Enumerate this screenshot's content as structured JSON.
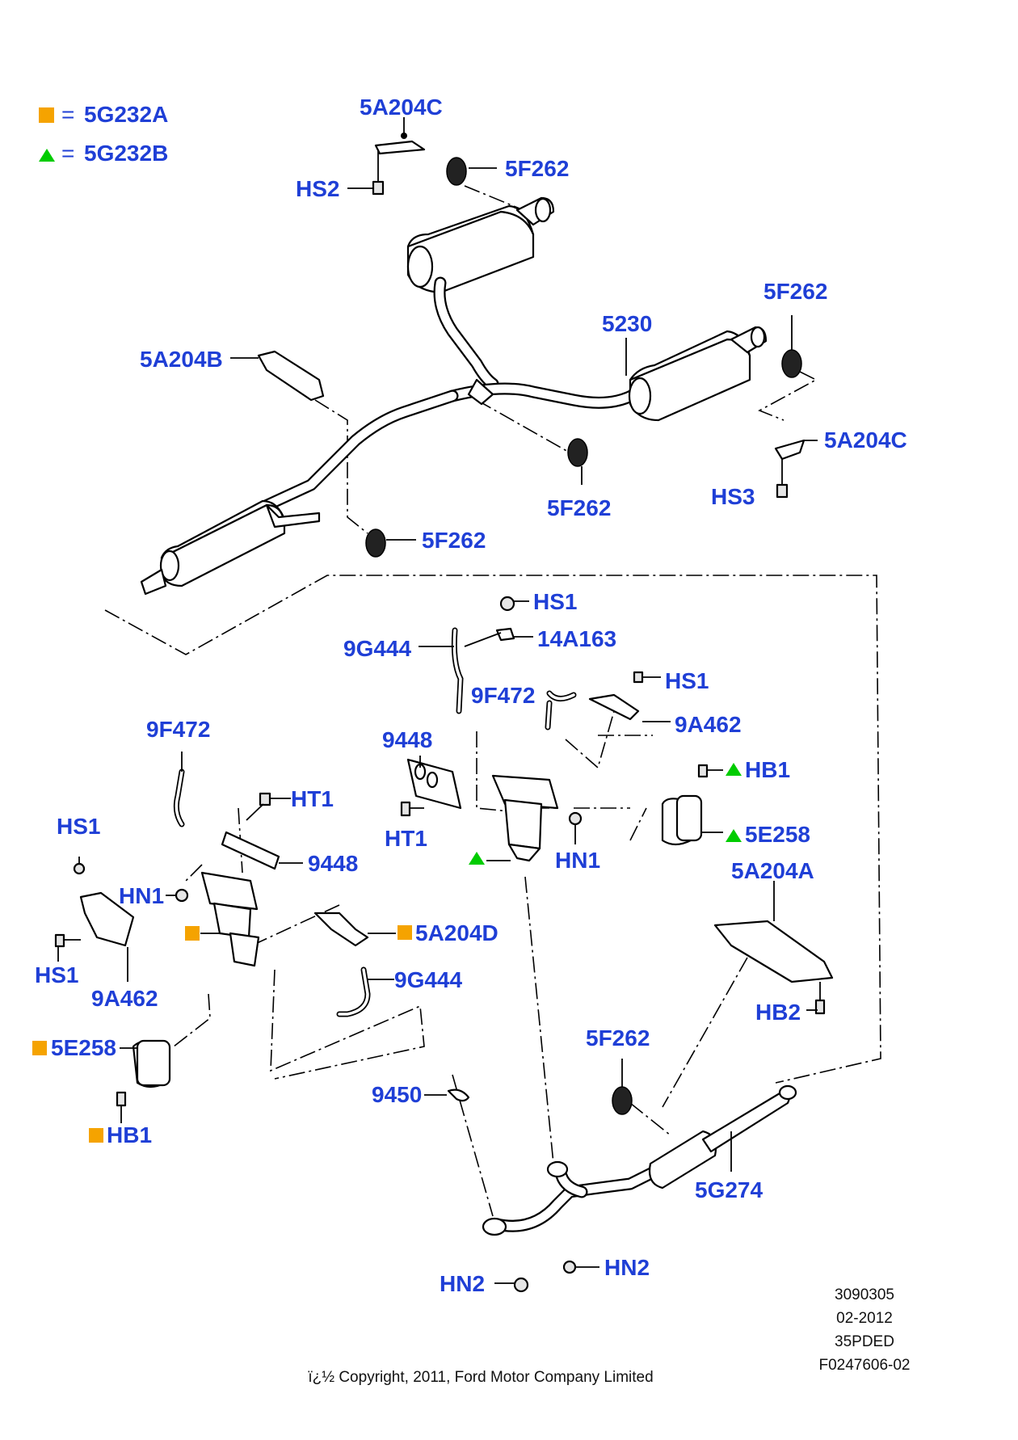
{
  "legend": {
    "square_label": "5G232A",
    "triangle_label": "5G232B",
    "equals": "=",
    "square_color": "#f5a300",
    "triangle_color": "#00cc00"
  },
  "labels": {
    "l_5a204c_top": "5A204C",
    "l_5f262_top": "5F262",
    "l_hs2": "HS2",
    "l_5f262_right": "5F262",
    "l_5230": "5230",
    "l_5a204b": "5A204B",
    "l_5a204c_right": "5A204C",
    "l_hs3": "HS3",
    "l_5f262_mid": "5F262",
    "l_5f262_left": "5F262",
    "l_hs1_a": "HS1",
    "l_14a163": "14A163",
    "l_9g444_a": "9G444",
    "l_hs1_b": "HS1",
    "l_9f472_a": "9F472",
    "l_9a462_a": "9A462",
    "l_9448_a": "9448",
    "l_hb1_a": "HB1",
    "l_5e258_a": "5E258",
    "l_ht1_a": "HT1",
    "l_hn1_a": "HN1",
    "l_9f472_b": "9F472",
    "l_ht1_b": "HT1",
    "l_hs1_c": "HS1",
    "l_9448_b": "9448",
    "l_hn1_b": "HN1",
    "l_5a204a": "5A204A",
    "l_5a204d": "5A204D",
    "l_hs1_d": "HS1",
    "l_9a462_b": "9A462",
    "l_9g444_b": "9G444",
    "l_5e258_b": "5E258",
    "l_hb2": "HB2",
    "l_5f262_low": "5F262",
    "l_9450": "9450",
    "l_hb1_b": "HB1",
    "l_5g274": "5G274",
    "l_hn2_a": "HN2",
    "l_hn2_b": "HN2"
  },
  "meta": {
    "number": "3090305",
    "date": "02-2012",
    "code": "35PDED",
    "figure": "F0247606-02"
  },
  "copyright": "ï¿½ Copyright, 2011, Ford Motor Company Limited"
}
